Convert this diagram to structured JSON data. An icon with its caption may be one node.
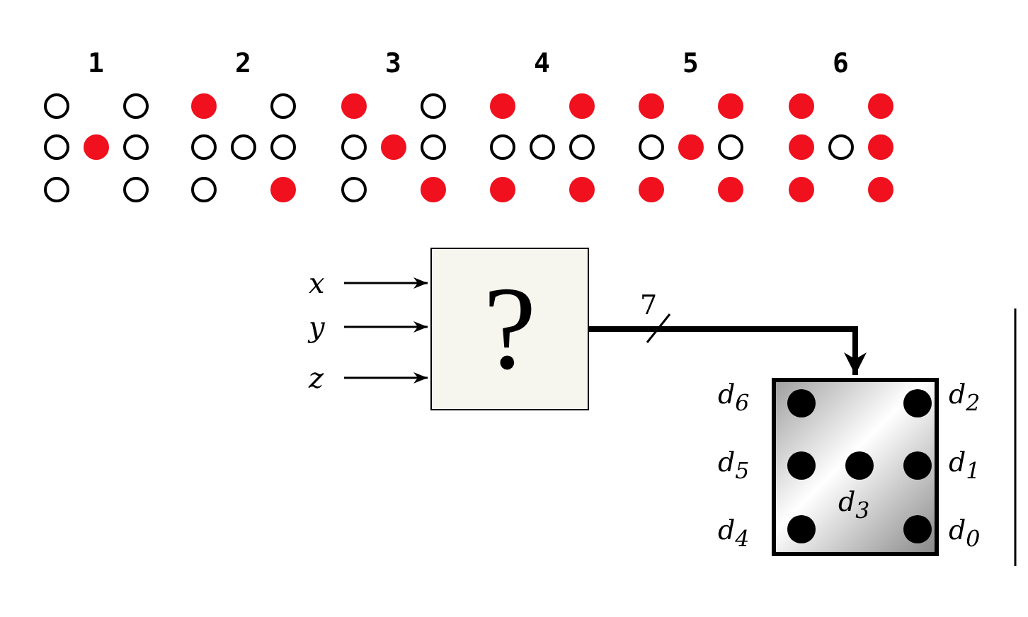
{
  "diagram": {
    "nodes": [
      {
        "text": [
          "x"
        ]
      },
      {
        "text": [
          "y"
        ]
      },
      {
        "text": [
          "z"
        ]
      },
      {
        "text": [
          "?"
        ]
      },
      {
        "text": [],
        "shape": "box",
        "beside": [
          "d$_{6}$",
          "d$_{2}$",
          "d$_{5}$",
          "d$_{1}$",
          "d$_{4}$",
          "d$_{0}$"
        ]
      }
    ],
    "edges": [
      {
        "from": 0,
        "to": 3,
        "arrow": "to"
      },
      {
        "from": 1,
        "to": 3,
        "arrow": "to"
      },
      {
        "from": 2,
        "to": 3,
        "arrow": "to"
      },
      {
        "from": 3,
        "to": 4,
        "arrow": "to",
        "label": "7",
        "style": "thick"
      }
    ],
    "labels": [
      "1",
      "2",
      "3",
      "4",
      "5",
      "6",
      "d$_{3}$"
    ]
  }
}
